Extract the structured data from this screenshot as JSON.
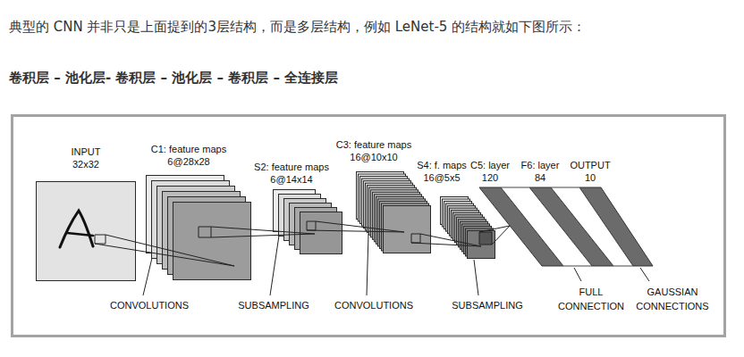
{
  "diagram": {
    "nodes": [
      {
        "text": [
          "INPUT",
          "32x32"
        ]
      },
      {
        "text": [
          "C1: feature maps",
          "6@28x28"
        ]
      },
      {
        "text": [
          "S2: feature maps",
          "6@14x14"
        ]
      },
      {
        "text": [
          "C3: feature maps",
          "16@10x10"
        ]
      },
      {
        "text": [
          "S4: f. maps",
          "16@5x5"
        ]
      },
      {
        "text": [
          "C5: layer",
          "120"
        ]
      },
      {
        "text": [
          "F6: layer",
          "84"
        ]
      },
      {
        "text": [
          "OUTPUT",
          "10"
        ]
      }
    ],
    "edges": [
      {
        "from": 0,
        "to": 1,
        "arrow": "none"
      },
      {
        "from": 1,
        "to": 2,
        "arrow": "none"
      },
      {
        "from": 2,
        "to": 3,
        "arrow": "none"
      },
      {
        "from": 3,
        "to": 4,
        "arrow": "none"
      },
      {
        "from": 4,
        "to": 5,
        "arrow": "none"
      },
      {
        "from": 5,
        "to": 6,
        "arrow": "none"
      },
      {
        "from": 6,
        "to": 7,
        "arrow": "none"
      }
    ],
    "labels": [
      "典型的 CNN 并非只是上面提到的3层结构，而是多层结构，例如 LeNet-5 的结构就如下图所示：",
      "卷积层 – 池化层- 卷积层 – 池化层 – 卷积层 – 全连接层",
      "CONVOLUTIONS",
      "SUBSAMPLING",
      "CONVOLUTIONS",
      "SUBSAMPLING",
      "FULL CONNECTION",
      "GAUSSIAN CONNECTIONS"
    ]
  }
}
